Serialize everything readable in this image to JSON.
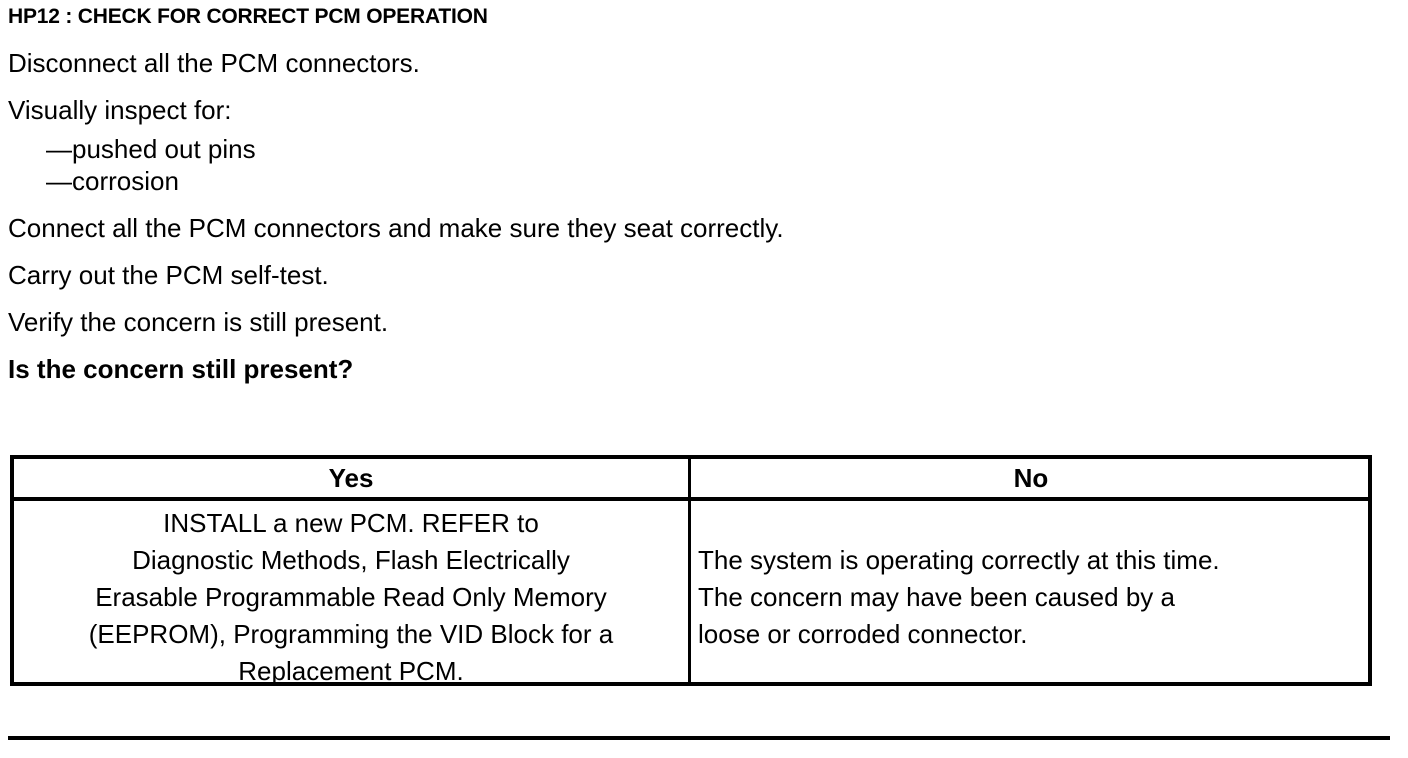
{
  "document": {
    "title": "HP12 : CHECK FOR CORRECT PCM OPERATION",
    "background_color": "#ffffff",
    "text_color": "#000000"
  },
  "steps": [
    {
      "text": "Disconnect all the PCM connectors.",
      "style": "normal",
      "indent": false
    },
    {
      "text": "Visually inspect for:",
      "style": "normal",
      "indent": false
    },
    {
      "text": "—pushed out pins",
      "style": "normal",
      "indent": true
    },
    {
      "text": "—corrosion",
      "style": "normal",
      "indent": true
    },
    {
      "text": "Connect all the PCM connectors and make sure they seat correctly.",
      "style": "normal",
      "indent": false
    },
    {
      "text": "Carry out the PCM self-test.",
      "style": "normal",
      "indent": false
    },
    {
      "text": "Verify the concern is still present.",
      "style": "normal",
      "indent": false
    },
    {
      "text": "Is the concern still present?",
      "style": "bold",
      "indent": false
    }
  ],
  "decision_table": {
    "columns": [
      {
        "header": "Yes",
        "align": "center"
      },
      {
        "header": "No",
        "align": "left"
      }
    ],
    "yes_cell": {
      "lines": [
        "INSTALL a new PCM.  REFER to",
        "Diagnostic Methods, Flash Electrically",
        "Erasable Programmable Read Only Memory",
        "(EEPROM), Programming the VID Block for a",
        "Replacement PCM."
      ]
    },
    "no_cell": {
      "lines": [
        "The system is operating correctly at this time.",
        "The concern may have been caused by a",
        "loose or corroded connector."
      ]
    }
  }
}
